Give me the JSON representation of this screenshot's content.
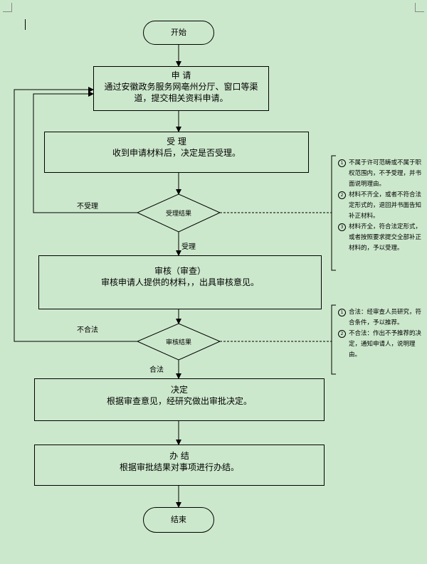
{
  "nodes": {
    "start": "开始",
    "apply": {
      "title": "申  请",
      "desc": "通过安徽政务服务网亳州分厅、窗口等渠道，提交相关资料申请。"
    },
    "accept": {
      "title": "受  理",
      "desc": "收到申请材料后，决定是否受理。"
    },
    "accept_decision": "受理结果",
    "review": {
      "title": "审核（审查）",
      "desc": "审核申请人提供的材料，，出具审核意见。"
    },
    "review_decision": "审核结果",
    "decide": {
      "title": "决定",
      "desc": "根据审查意见，经研究做出审批决定。"
    },
    "finish": {
      "title": "办  结",
      "desc": "根据审批结果对事项进行办结。"
    },
    "end": "结束"
  },
  "edges": {
    "not_accepted": "不受理",
    "accepted": "受理",
    "not_legal": "不合法",
    "legal": "合法"
  },
  "notes": {
    "accept": [
      {
        "num": "1",
        "text": "不属于许可范畴或不属于职权范围内，不予受理，并书面说明理由。"
      },
      {
        "num": "2",
        "text": "材料不齐全，或者不符合法定形式的，退回并书面告知补正材料。"
      },
      {
        "num": "3",
        "text": "材料齐全，符合法定形式，或者按照要求提交全部补正材料的，予以受理。"
      }
    ],
    "review": [
      {
        "num": "1",
        "text": "合法：经审查人员研究，符合条件，予以推荐。"
      },
      {
        "num": "2",
        "text": "不合法：作出不予推荐的决定，通知申请人，说明理由。"
      }
    ]
  }
}
